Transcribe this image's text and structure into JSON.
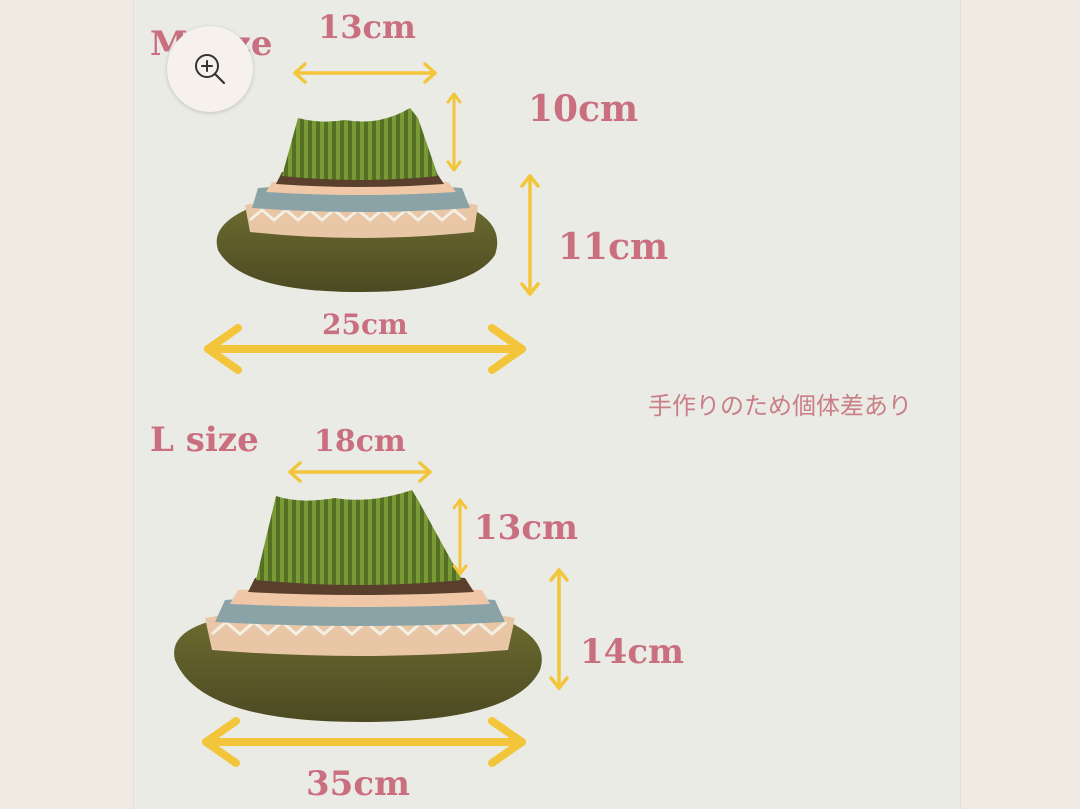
{
  "size_chart": {
    "m": {
      "title": "M size",
      "neck_width": "13cm",
      "neck_height": "10cm",
      "flare_height": "11cm",
      "hem_width": "25cm"
    },
    "l": {
      "title": "L size",
      "neck_width": "18cm",
      "neck_height": "13cm",
      "flare_height": "14cm",
      "hem_width": "35cm"
    },
    "note": "手作りのため個体差あり"
  },
  "zoom_button": {
    "icon": "zoom-in-icon"
  },
  "colors": {
    "label_pink": "#c96f7f",
    "arrow_yellow": "#f2c53a",
    "knit_green": "#5e7a2c",
    "fur_olive": "#5c5a2a",
    "panel_bg": "#ebebe6",
    "page_bg": "#efebe2"
  }
}
